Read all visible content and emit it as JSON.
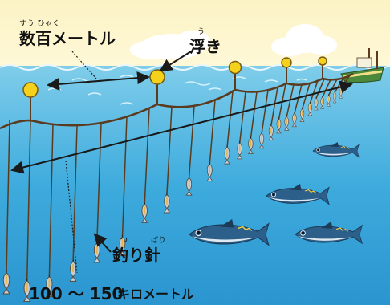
{
  "labels": {
    "span_label": "数百メートル",
    "span_ruby": "すう ひゃく",
    "float_label": "浮き",
    "float_ruby": "う",
    "hook_label": "釣り針",
    "hook_ruby_1": "つ",
    "hook_ruby_2": "ばり",
    "length_number": "100 〜 150",
    "length_unit": "キロメートル"
  },
  "colors": {
    "sky_top": "#fdf6c0",
    "sky_bottom": "#fff6cf",
    "sea_top": "#8fd3ee",
    "sea_bottom": "#2fa3d9",
    "line": "#5b3a1e",
    "float": "#f4d21c",
    "arrow": "#1a1a1a"
  },
  "icons": [
    "ship-icon",
    "cloud-icon",
    "tuna-fish-icon",
    "bait-fish-icon",
    "float-buoy-icon"
  ]
}
